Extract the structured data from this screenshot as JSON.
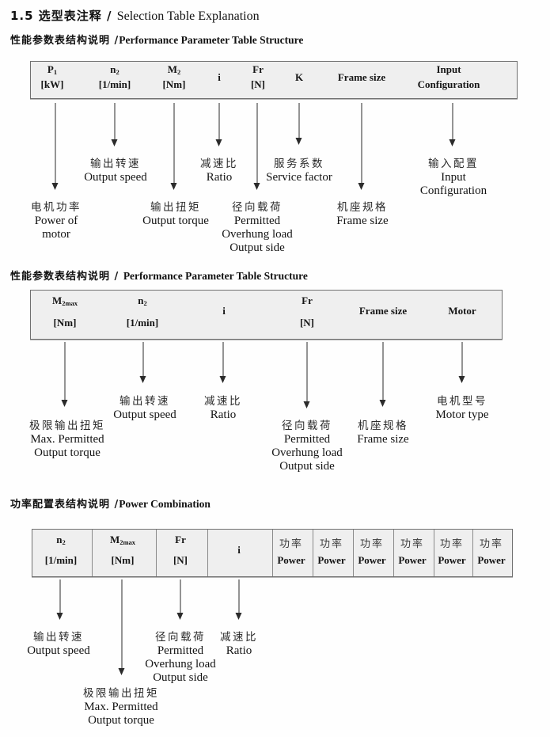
{
  "title": {
    "zh": "1.5 选型表注释 / ",
    "en": "Selection Table Explanation"
  },
  "s1": {
    "heading_zh": "性能参数表结构说明 /",
    "heading_en": "Performance Parameter Table Structure",
    "cols": [
      {
        "b": "P",
        "s": "1",
        "u": "[kW]"
      },
      {
        "b": "n",
        "s": "2",
        "u": "[1/min]"
      },
      {
        "b": "M",
        "s": "2",
        "u": "[Nm]"
      },
      {
        "b": "i"
      },
      {
        "b": "Fr",
        "u": "[N]"
      },
      {
        "b": "K"
      },
      {
        "b": "Frame size"
      },
      {
        "b": "Input",
        "u": "Configuration"
      }
    ],
    "upper": [
      {
        "zh": "输出转速",
        "e1": "Output speed"
      },
      {
        "zh": "减速比",
        "e1": "Ratio"
      },
      {
        "zh": "服务系数",
        "e1": "Service factor"
      },
      {
        "zh": "输入配置",
        "e1": "Input",
        "e2": "Configuration"
      }
    ],
    "lower": [
      {
        "zh": "电机功率",
        "e1": "Power of",
        "e2": "motor"
      },
      {
        "zh": "输出扭矩",
        "e1": "Output torque"
      },
      {
        "zh": "径向载荷",
        "e1": "Permitted",
        "e2": "Overhung load",
        "e3": "Output side"
      },
      {
        "zh": "机座规格",
        "e1": "Frame size"
      }
    ]
  },
  "s2": {
    "heading_zh": "性能参数表结构说明 / ",
    "heading_en": "Performance Parameter Table Structure",
    "cols": [
      {
        "b": "M",
        "s": "2max",
        "u": "[Nm]"
      },
      {
        "b": "n",
        "s": "2",
        "u": "[1/min]"
      },
      {
        "b": "i"
      },
      {
        "b": "Fr",
        "u": "[N]"
      },
      {
        "b": "Frame size"
      },
      {
        "b": "Motor"
      }
    ],
    "upper": [
      {
        "zh": "输出转速",
        "e1": "Output speed"
      },
      {
        "zh": "减速比",
        "e1": "Ratio"
      },
      {
        "zh": "电机型号",
        "e1": "Motor type"
      }
    ],
    "lower": [
      {
        "zh": "极限输出扭矩",
        "e1": "Max. Permitted",
        "e2": "Output  torque"
      },
      {
        "zh": "径向载荷",
        "e1": "Permitted",
        "e2": "Overhung load",
        "e3": "Output side"
      },
      {
        "zh": "机座规格",
        "e1": "Frame size"
      }
    ]
  },
  "s3": {
    "heading_zh": "功率配置表结构说明 /",
    "heading_en": "Power Combination",
    "cols": [
      {
        "b": "n",
        "s": "2",
        "u": "[1/min]"
      },
      {
        "b": "M",
        "s": "2max",
        "u": "[Nm]"
      },
      {
        "b": "Fr",
        "u": "[N]"
      },
      {
        "b": "i"
      }
    ],
    "power": {
      "zh": "功率",
      "en": "Power"
    },
    "upper": [
      {
        "zh": "输出转速",
        "e1": "Output speed"
      },
      {
        "zh": "径向载荷",
        "e1": "Permitted",
        "e2": "Overhung load",
        "e3": "Output side"
      },
      {
        "zh": "减速比",
        "e1": "Ratio"
      }
    ],
    "lower": [
      {
        "zh": "极限输出扭矩",
        "e1": "Max. Permitted",
        "e2": "Output  torque"
      }
    ]
  }
}
